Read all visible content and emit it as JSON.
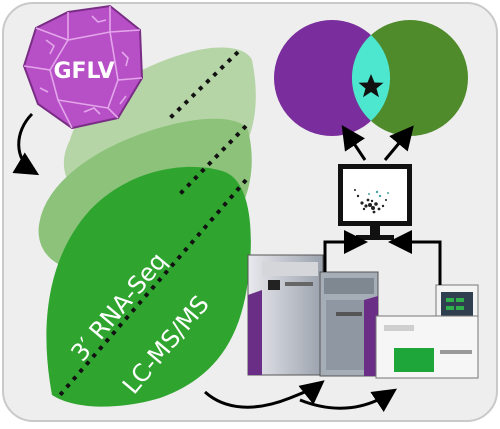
{
  "virus": {
    "label": "GFLV"
  },
  "leaf": {
    "upper_label": "3′ RNA-Seq",
    "lower_label": "LC-MS/MS"
  },
  "colors": {
    "panel_bg": "#eeeeee",
    "panel_border": "#c9c9c9",
    "virus_fill": "#b74fc6",
    "virus_outline": "#7a2d86",
    "leaf_light": "#b6d5a6",
    "leaf_mid": "#8cc27a",
    "leaf_dark": "#2fa52f",
    "venn_left": "#7a2d9c",
    "venn_right": "#4f8a2b",
    "venn_overlap": "#4de6cf",
    "instrument_purple": "#6a2e86",
    "instrument_green": "#1fa63b"
  },
  "icons": {
    "computer": "monitor-icon",
    "star": "star-icon",
    "arrows": "arrow-icon"
  }
}
